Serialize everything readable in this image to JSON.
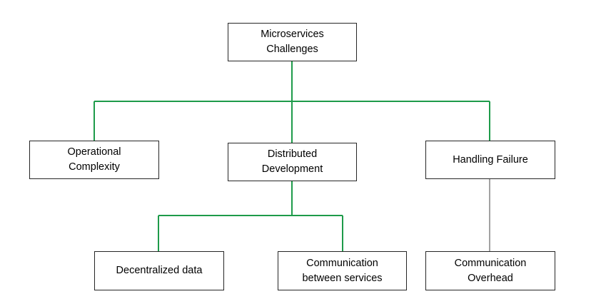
{
  "diagram": {
    "colors": {
      "connector": "#1e9b4a",
      "connector_plain": "#444444",
      "border": "#262626"
    },
    "nodes": {
      "root": {
        "label": "Microservices\nChallenges"
      },
      "ops": {
        "label": "Operational\nComplexity"
      },
      "dist": {
        "label": "Distributed\nDevelopment"
      },
      "fail": {
        "label": "Handling Failure"
      },
      "decent": {
        "label": "Decentralized data"
      },
      "comm": {
        "label": "Communication\nbetween services"
      },
      "over": {
        "label": "Communication\nOverhead"
      }
    }
  }
}
